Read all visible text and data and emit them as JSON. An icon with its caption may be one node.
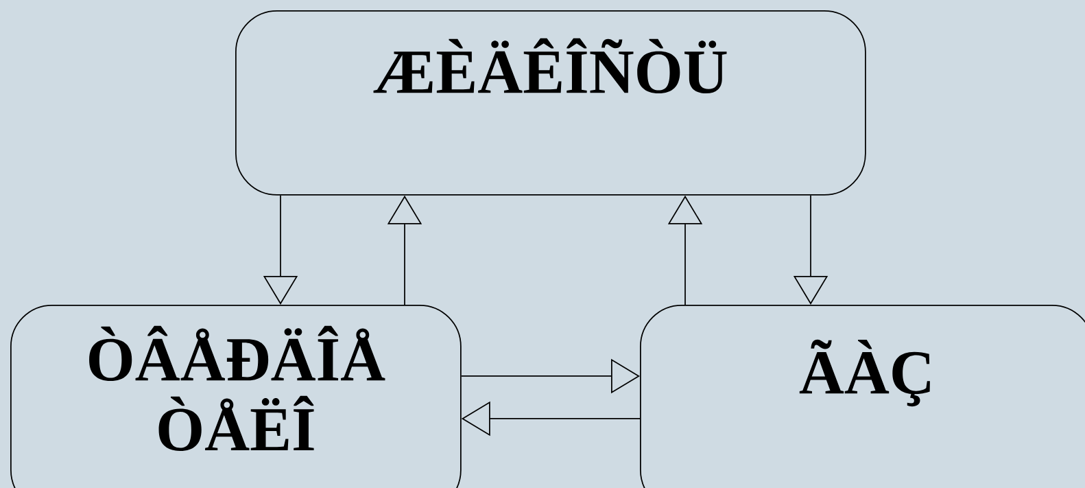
{
  "diagram": {
    "nodes": [
      {
        "text": [
          "ÆÈÄÊÎÑÒÜ"
        ]
      },
      {
        "text": [
          "ÒÂÅÐÄÎÅ ÒÅËÎ"
        ]
      },
      {
        "text": [
          "ÃÀÇ"
        ]
      }
    ],
    "edges": [
      {
        "from": 0,
        "to": 1,
        "arrow": "to"
      },
      {
        "from": 1,
        "to": 0,
        "arrow": "to"
      },
      {
        "from": 2,
        "to": 0,
        "arrow": "to"
      },
      {
        "from": 0,
        "to": 2,
        "arrow": "to"
      },
      {
        "from": 1,
        "to": 2,
        "arrow": "to"
      },
      {
        "from": 2,
        "to": 1,
        "arrow": "to"
      }
    ]
  }
}
